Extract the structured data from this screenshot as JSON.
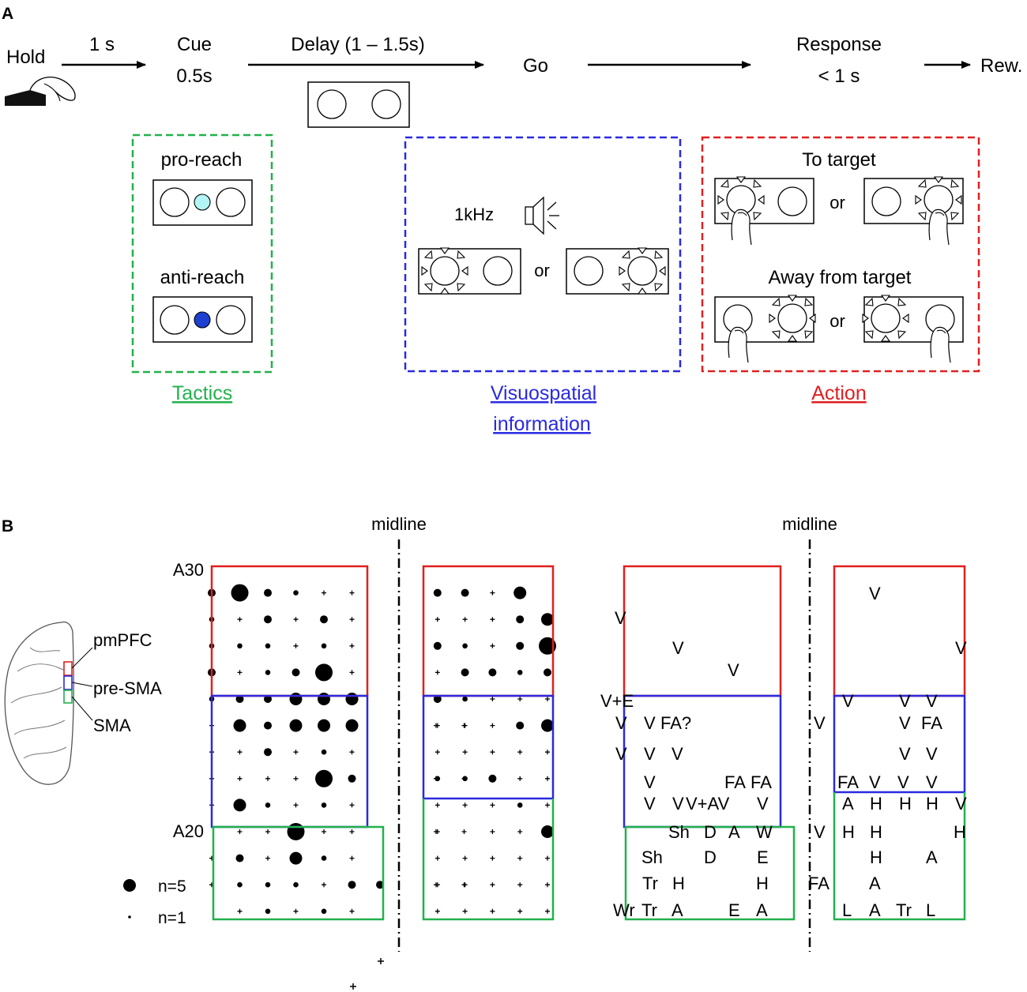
{
  "panel_a": {
    "label": "A",
    "timeline": {
      "hold": "Hold",
      "interval1": "1 s",
      "cue": "Cue",
      "cue_duration": "0.5s",
      "delay": "Delay (1 – 1.5s)",
      "go": "Go",
      "response": "Response",
      "response_duration": "< 1 s",
      "reward": "Rew."
    },
    "tactics_box": {
      "pro_label": "pro-reach",
      "anti_label": "anti-reach",
      "caption": "Tactics",
      "color": "#22b14c",
      "pro_cue_color": "#b3f5f5",
      "anti_cue_color": "#1f3fd1"
    },
    "visuo_box": {
      "tone": "1kHz",
      "or": "or",
      "caption_line1": "Visuospatial",
      "caption_line2": "information",
      "color": "#2a2ae0"
    },
    "action_box": {
      "to_target": "To target",
      "away": "Away from target",
      "or": "or",
      "caption": "Action",
      "color": "#e02020"
    }
  },
  "panel_b": {
    "label": "B",
    "midline": "midline",
    "a30": "A30",
    "a20": "A20",
    "brain_labels": {
      "pmpfc": "pmPFC",
      "presma": "pre-SMA",
      "sma": "SMA"
    },
    "legend": {
      "n5": "n=5",
      "n1": "n=1"
    },
    "region_colors": {
      "pmPFC": "#e02020",
      "preSMA": "#2a2ae0",
      "SMA": "#22b14c"
    },
    "left_map": [
      "0 0 0 0 0 0",
      "3 5 3 2 1 1",
      "2 1 3 1 3 1",
      "2 2 2 1 2 1",
      "3 1 2 3 5 1",
      "2 3 3 4 4 4",
      "1 4 3 4 4 4 0 0 1 1",
      "1 1 3 1 2 1",
      "1 1 1 1 5 3 0 0 1 1",
      "1 4 2 1 2 1",
      "0 1 1 5 1 1 0 0 1 1",
      "1 3 1 4 2 1",
      "1 2 2 2 1 3 3 0 1 1",
      "0 1 2 1 2 1"
    ],
    "right_map": [
      "0 0 0 0 0 0",
      "0 3 3 1 4 0",
      "0 1 1 1 3 4",
      "0 3 2 1 3 5",
      "0 1 3 3 2 3",
      "0 3 2 1 1 1",
      "0 1 1 1 3 4",
      "0 1 1 1 1 1",
      "0 2 2 3 1 1",
      "0 1 1 1 2 1",
      "0 1 0 1 1 4",
      "0 1 1 1 1 1",
      "0 1 1 1 1 1",
      "0 1 1 1 1 1"
    ],
    "left_annotations": [
      "V",
      "V",
      "V",
      "V+E",
      "V",
      "V",
      "FA?",
      "V",
      "V",
      "V",
      "V",
      "FA",
      "FA",
      "V",
      "V",
      "V+AV",
      "V",
      "Sh",
      "D",
      "A",
      "W",
      "Sh",
      "D",
      "E",
      "Tr",
      "H",
      "H",
      "Wr",
      "Tr",
      "A",
      "E",
      "A"
    ],
    "right_annotations": [
      "V",
      "V",
      "V",
      "V",
      "V",
      "V",
      "V",
      "FA",
      "V",
      "V",
      "FA",
      "V",
      "V",
      "V",
      "A",
      "H",
      "H",
      "H",
      "V",
      "V",
      "H",
      "H",
      "H",
      "H",
      "A",
      "FA",
      "A",
      "L",
      "A",
      "Tr",
      "L"
    ]
  }
}
